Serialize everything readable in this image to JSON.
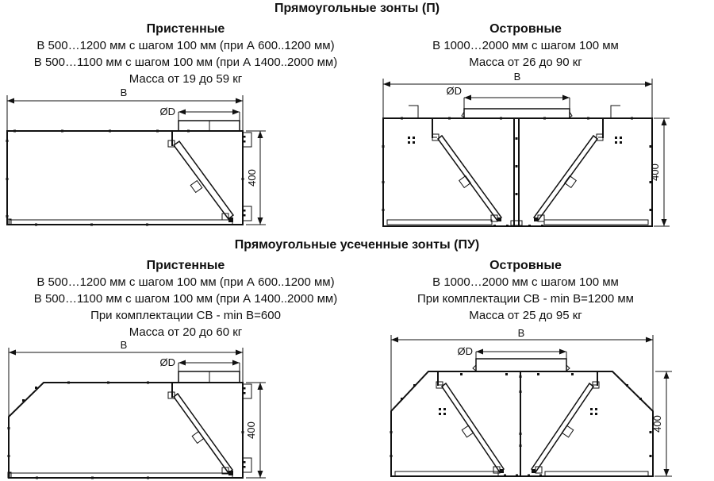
{
  "titles": {
    "p": "Прямоугольные зонты (П)",
    "pu": "Прямоугольные усеченные зонты (ПУ)"
  },
  "section_p": {
    "wall": {
      "heading": "Пристенные",
      "lines": [
        "В 500…1200 мм с шагом 100 мм (при А 600..1200 мм)",
        "В 500…1100 мм с шагом 100 мм (при А 1400..2000 мм)",
        "Масса от 19 до 59 кг"
      ]
    },
    "island": {
      "heading": "Островные",
      "lines": [
        "В 1000…2000 мм с шагом 100 мм",
        "Масса от 26 до 90 кг"
      ]
    }
  },
  "section_pu": {
    "wall": {
      "heading": "Пристенные",
      "lines": [
        "В 500…1200 мм с шагом 100 мм (при А 600..1200 мм)",
        "В 500…1100 мм с шагом 100 мм (при А 1400..2000 мм)",
        "При комплектации СВ - min B=600",
        "Масса от 20 до 60 кг"
      ]
    },
    "island": {
      "heading": "Островные",
      "lines": [
        "В 1000…2000 мм с шагом 100 мм",
        "При комплектации СВ - min B=1200 мм",
        "Масса от 25 до 95 кг"
      ]
    }
  },
  "dims": {
    "width": "В",
    "duct": "ØD",
    "height": "400"
  },
  "colors": {
    "line": "#111111",
    "background": "#ffffff"
  }
}
